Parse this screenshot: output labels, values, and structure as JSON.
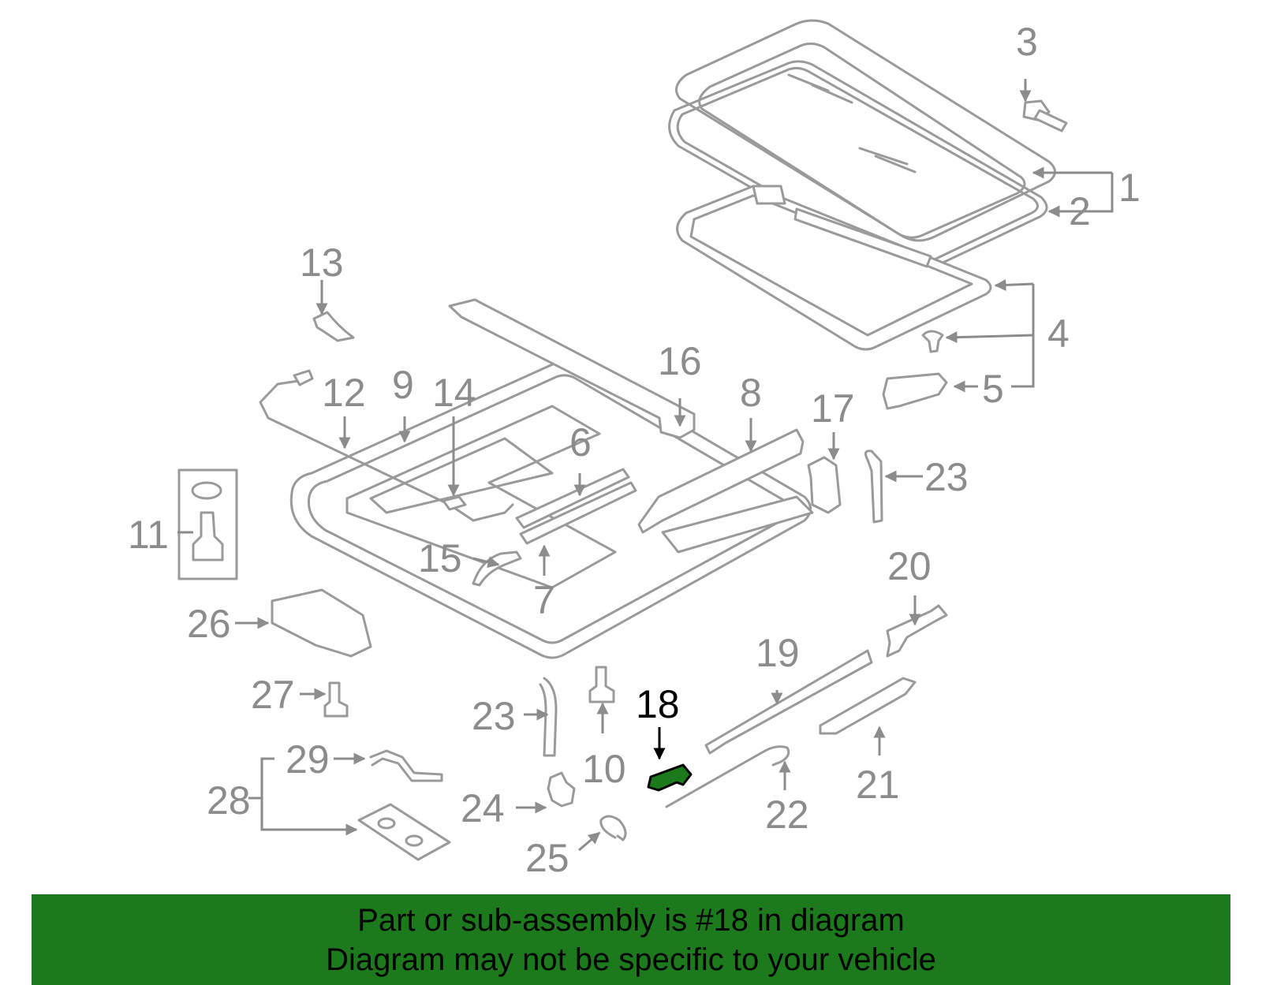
{
  "callouts": [
    "1",
    "2",
    "3",
    "4",
    "5",
    "6",
    "7",
    "8",
    "9",
    "10",
    "11",
    "12",
    "13",
    "14",
    "15",
    "16",
    "17",
    "18",
    "19",
    "20",
    "21",
    "22",
    "23",
    "23",
    "24",
    "25",
    "26",
    "27",
    "28",
    "29"
  ],
  "highlight_part": "18",
  "highlight_color": "#1c7a1c",
  "banner": {
    "line1": "Part or sub-assembly is #18 in diagram",
    "line2": "Diagram may not be specific to your vehicle",
    "background": "#1c7a1c"
  }
}
